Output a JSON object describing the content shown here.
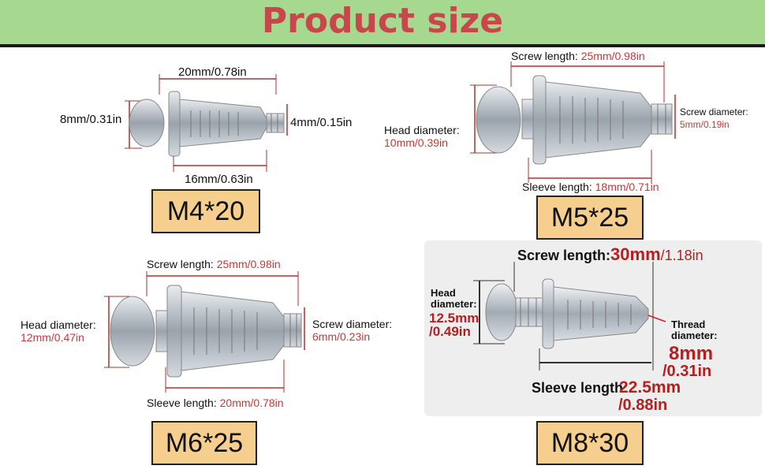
{
  "banner": {
    "title": "Product size",
    "bg": "#a6d98f",
    "title_color": "#c8474b"
  },
  "m4": {
    "length": "20mm/0.78in",
    "head": "8mm/0.31in",
    "thread": "4mm/0.15in",
    "sleeve": "16mm/0.63in",
    "label": "M4*20"
  },
  "m5": {
    "screw_length_label": "Screw length: ",
    "screw_length_value": "25mm/0.98in",
    "head_label": "Head diameter:",
    "head_value": "10mm/0.39in",
    "screw_diam_label": "Screw diameter:",
    "screw_diam_value": "5mm/0.19in",
    "sleeve_label": "Sleeve length: ",
    "sleeve_value": "18mm/0.71in",
    "label": "M5*25"
  },
  "m6": {
    "screw_length_label": "Screw length: ",
    "screw_length_value": "25mm/0.98in",
    "head_label": "Head diameter:",
    "head_value": "12mm/0.47in",
    "screw_diam_label": "Screw diameter:",
    "screw_diam_value": "6mm/0.23in",
    "sleeve_label": "Sleeve length: ",
    "sleeve_value": "20mm/0.78in",
    "label": "M6*25"
  },
  "m8": {
    "screw_length_label": "Screw length:",
    "screw_length_value": "30mm",
    "screw_length_in": "/1.18in",
    "head_label_1": "Head",
    "head_label_2": "diameter:",
    "head_value_1": "12.5mm",
    "head_value_2": "/0.49in",
    "thread_label_1": "Thread",
    "thread_label_2": "diameter:",
    "thread_value_1": "8mm",
    "thread_value_2": "/0.31in",
    "sleeve_label": "Sleeve length:",
    "sleeve_value_1": "22.5mm",
    "sleeve_value_2": "/0.88in",
    "label": "M8*30"
  },
  "colors": {
    "label_bg": "#f6cf8e",
    "dim_red": "#c23a3a",
    "metal": "#b8bec6"
  }
}
